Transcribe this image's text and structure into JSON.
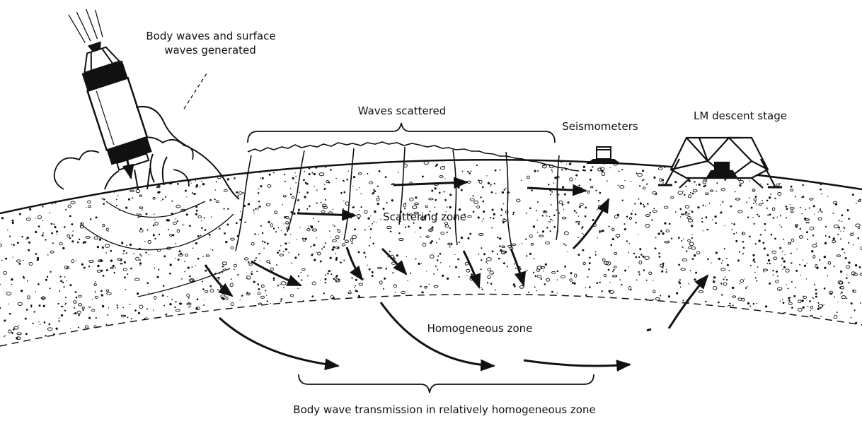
{
  "labels": {
    "body_waves_line1": "Body waves and surface",
    "body_waves_line2": "waves generated",
    "waves_scattered": "Waves scattered",
    "seismometers": "Seismometers",
    "lm_descent_stage": "LM descent stage",
    "scattering_zone": "Scattering zone",
    "homogeneous_zone": "Homogeneous zone",
    "body_wave_transmission": "Body wave transmission in relatively homogeneous zone"
  },
  "colors": {
    "ink": "#111111",
    "background": "#ffffff"
  }
}
